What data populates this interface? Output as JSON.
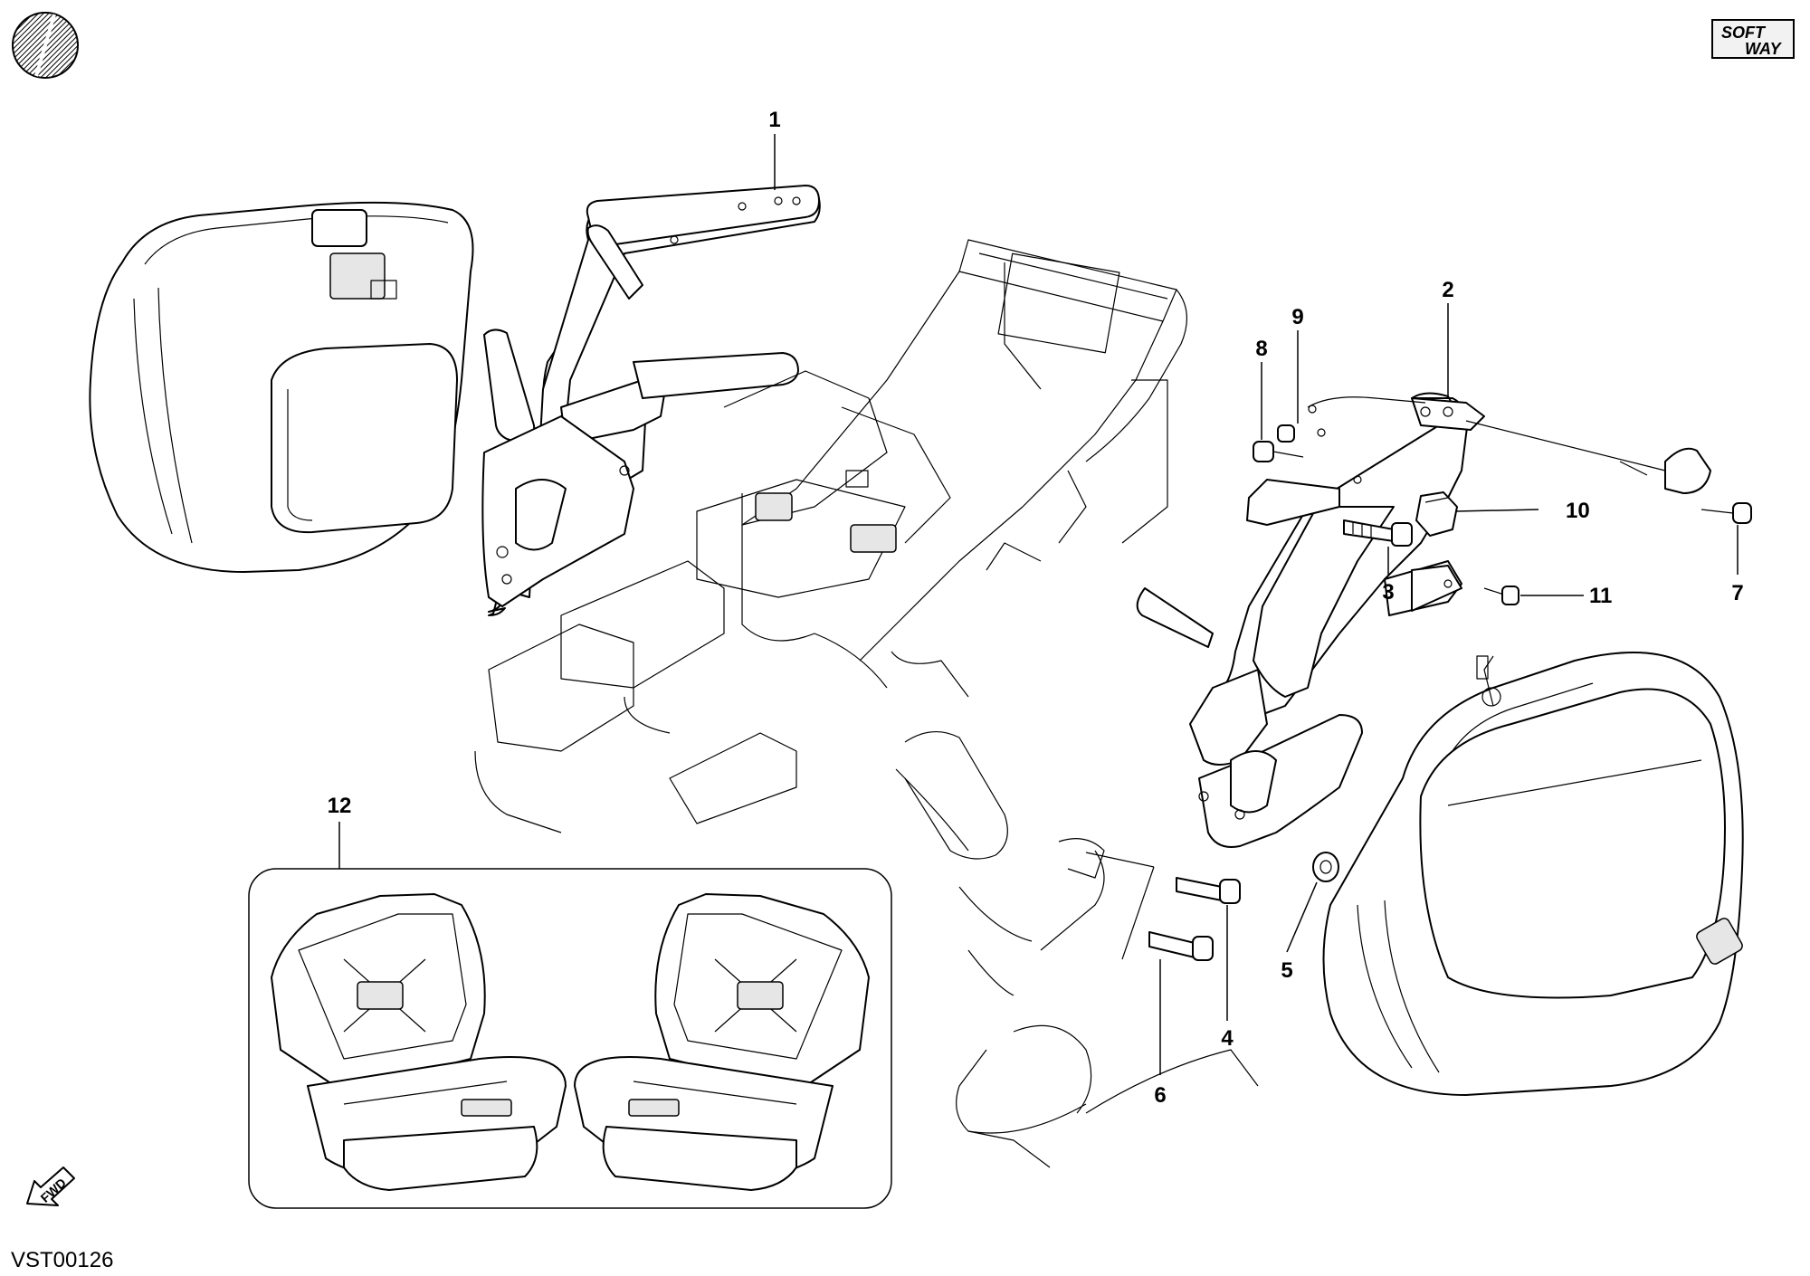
{
  "drawing_code": "VST00126",
  "brand_logo": {
    "line1": "SOFT",
    "line2": "WAY"
  },
  "fwd_label": "FWD",
  "icons": {
    "top_left": "hatched-circle-icon",
    "bottom_left": "fwd-arrow-icon"
  },
  "callouts": [
    "1",
    "2",
    "3",
    "4",
    "5",
    "6",
    "7",
    "8",
    "9",
    "10",
    "11",
    "12"
  ]
}
